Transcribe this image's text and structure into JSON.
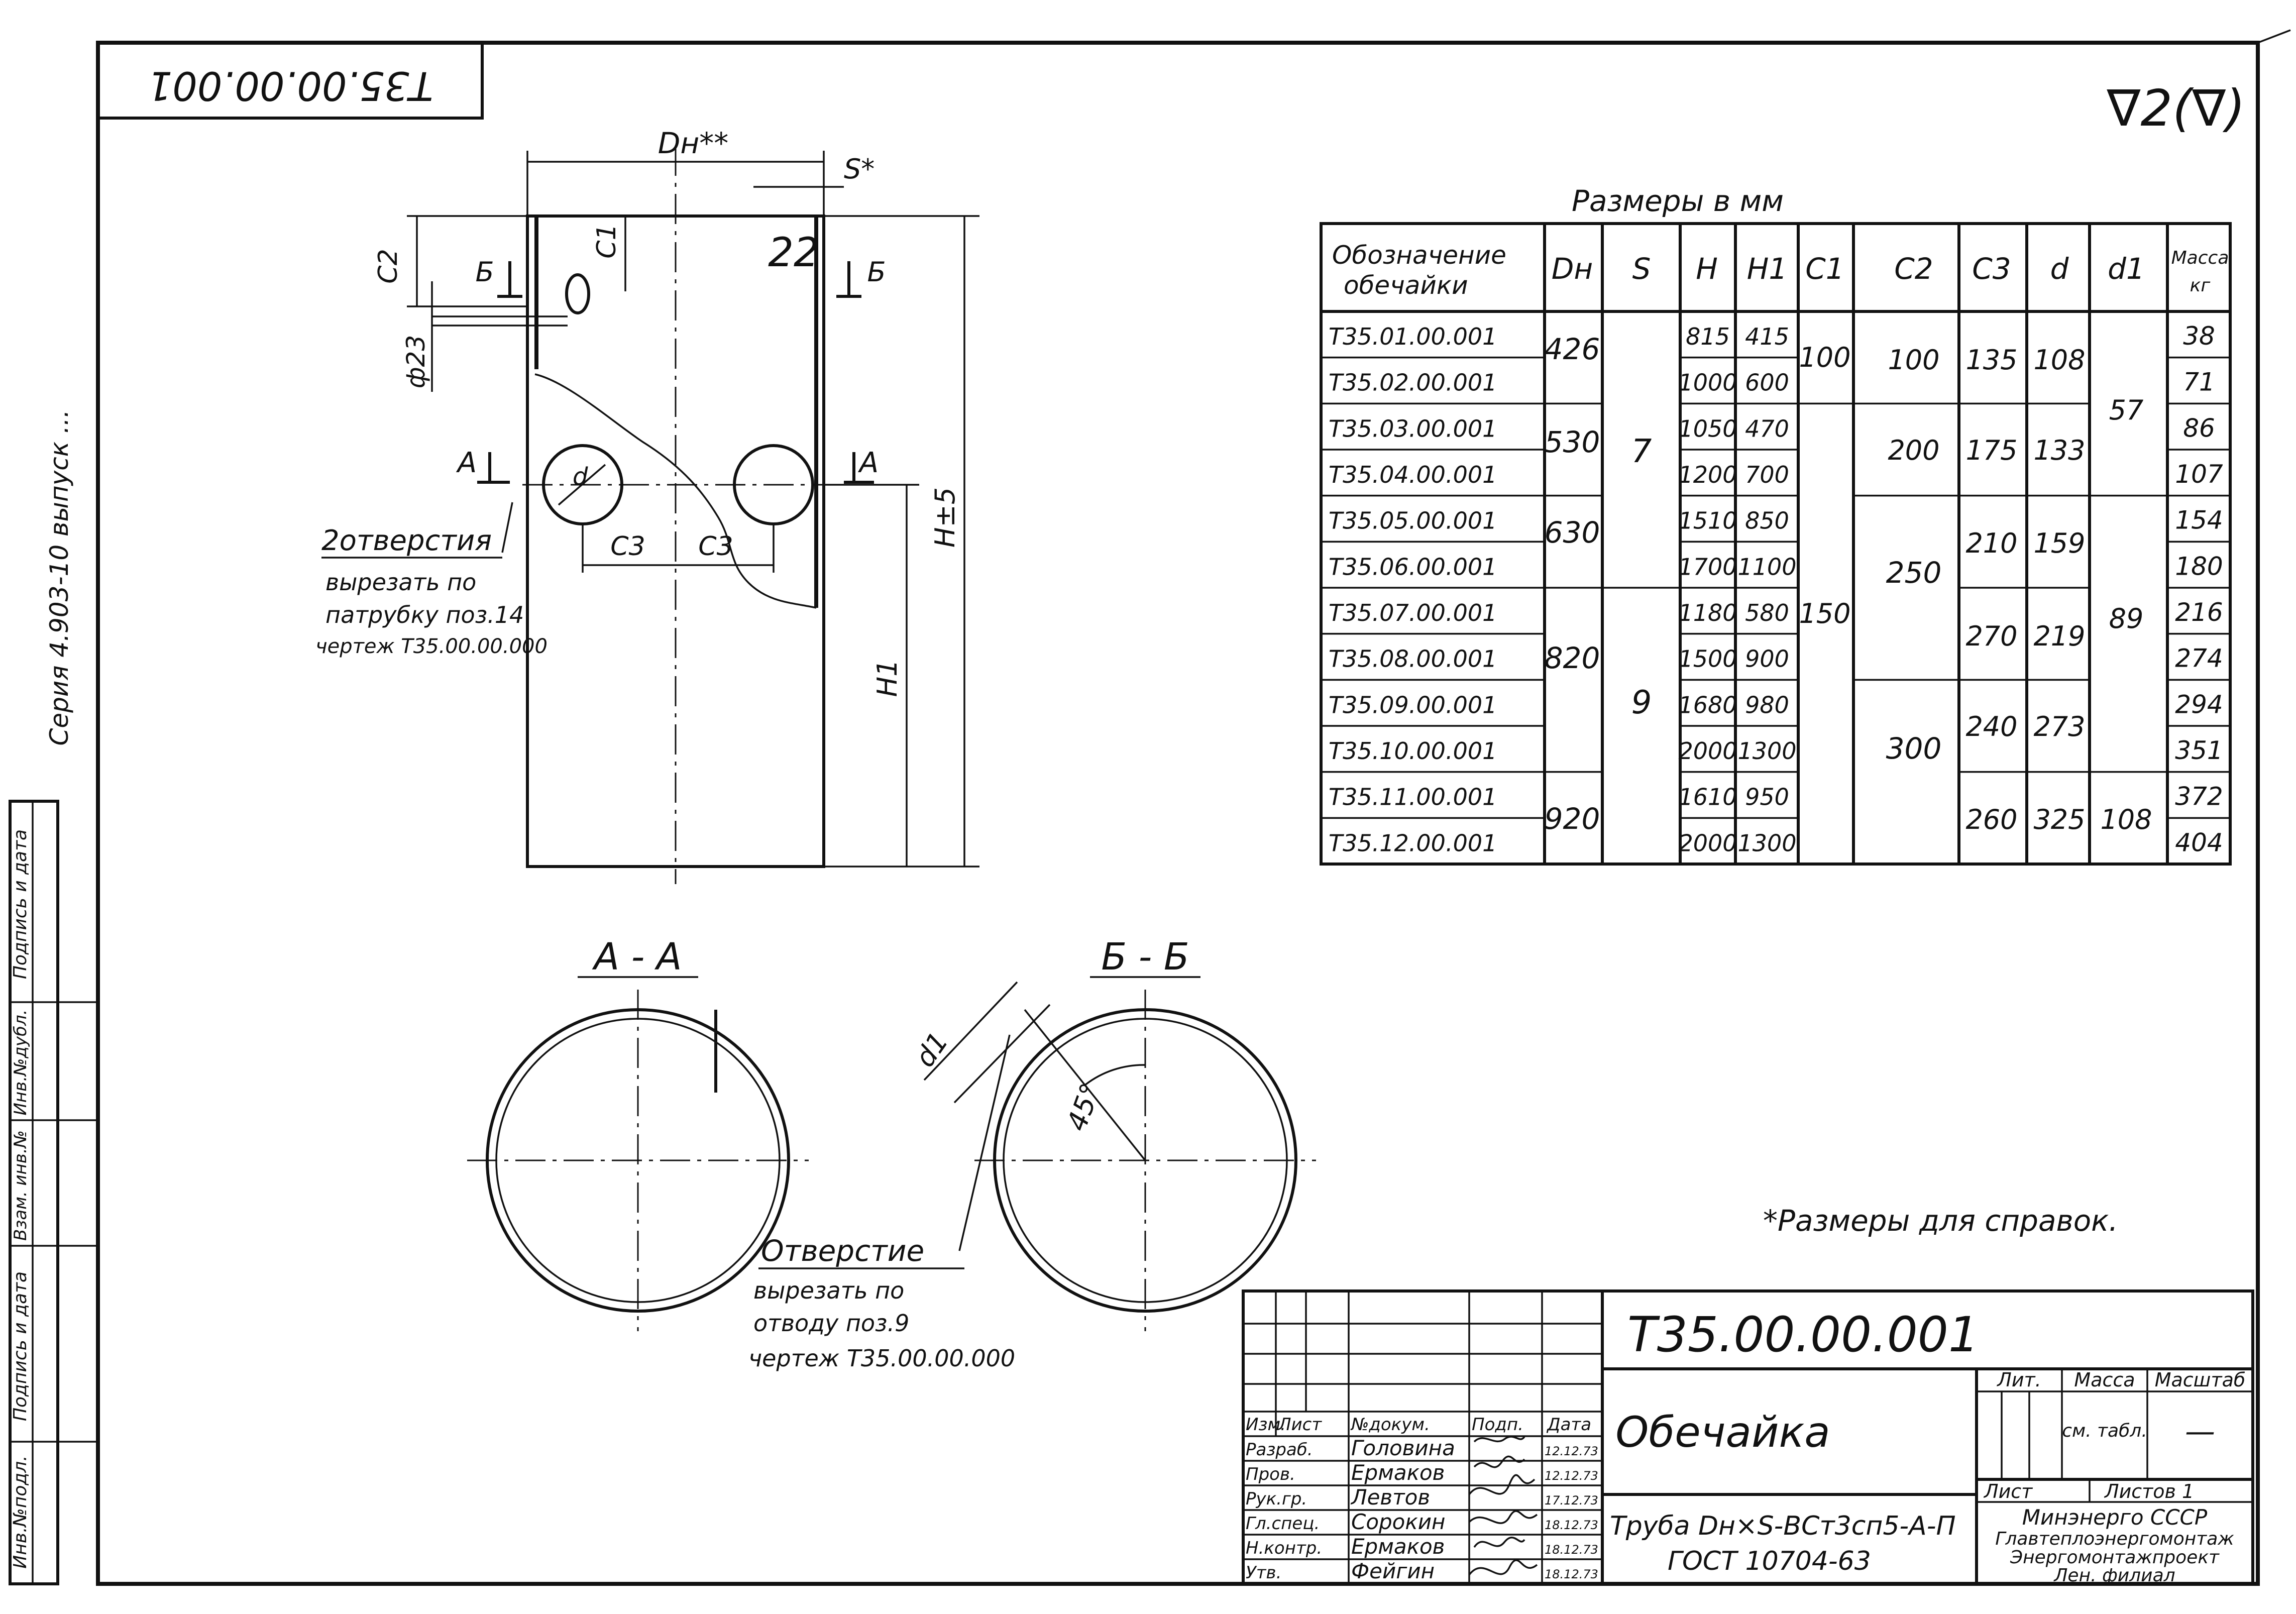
{
  "stamp_rotated": "Т35.00.00.001",
  "surface_mark": "∇2(∇)",
  "top_view": {
    "dim_dn": "Dн**",
    "dim_s": "S*",
    "dim_c1": "C1",
    "dim_c2": "C2",
    "dim_c3a": "C3",
    "dim_c3b": "C3",
    "dim_d": "d",
    "dim_phi23": "ф23",
    "dim_h1": "H1",
    "dim_h": "H±5",
    "mark_a_left": "А",
    "mark_a_right": "А",
    "mark_b_left": "Б",
    "mark_b_right": "Б",
    "weld_mark": "22",
    "note_title": "2отверстия",
    "note_lines": [
      "вырезать по",
      "патрубку поз.14",
      "чертеж Т35.00.00.000"
    ]
  },
  "section_aa": {
    "title": "А - А"
  },
  "section_bb": {
    "title": "Б - Б",
    "dim_d1": "d1",
    "angle": "45°",
    "note_title": "Отверстие",
    "note_lines": [
      "вырезать по",
      "отводу поз.9",
      "чертеж Т35.00.00.000"
    ]
  },
  "table": {
    "caption": "Размеры в мм",
    "headers": {
      "designation": [
        "Обозначение",
        "обечайки"
      ],
      "dn": "Dн",
      "s": "S",
      "h": "H",
      "h1": "H1",
      "c1": "C1",
      "c2": "C2",
      "c3": "C3",
      "d": "d",
      "d1": "d1",
      "mass": [
        "Масса",
        "кг"
      ]
    },
    "designations": [
      "Т35.01.00.001",
      "Т35.02.00.001",
      "Т35.03.00.001",
      "Т35.04.00.001",
      "Т35.05.00.001",
      "Т35.06.00.001",
      "Т35.07.00.001",
      "Т35.08.00.001",
      "Т35.09.00.001",
      "Т35.10.00.001",
      "Т35.11.00.001",
      "Т35.12.00.001"
    ],
    "h": [
      "815",
      "1000",
      "1050",
      "1200",
      "1510",
      "1700",
      "1180",
      "1500",
      "1680",
      "2000",
      "1610",
      "2000"
    ],
    "h1": [
      "415",
      "600",
      "470",
      "700",
      "850",
      "1100",
      "580",
      "900",
      "980",
      "1300",
      "950",
      "1300"
    ],
    "mass": [
      "38",
      "71",
      "86",
      "107",
      "154",
      "180",
      "216",
      "274",
      "294",
      "351",
      "372",
      "404"
    ],
    "dn_groups": [
      "426",
      "530",
      "630",
      "820",
      "920"
    ],
    "s_groups": [
      "7",
      "9"
    ],
    "c1_groups": [
      "100",
      "150"
    ],
    "c2_groups": [
      "100",
      "200",
      "250",
      "300"
    ],
    "c3_groups": [
      "135",
      "175",
      "210",
      "270",
      "240",
      "260"
    ],
    "d_groups": [
      "108",
      "133",
      "159",
      "219",
      "273",
      "325"
    ],
    "d1_groups": [
      "57",
      "89",
      "108"
    ]
  },
  "footnote": "*Размеры для справок.",
  "left_strip": {
    "rotated_series": "Серия 4.903-10 выпуск ...",
    "fields": [
      "Инв.№подл.",
      "Подпись и дата",
      "Взам. инв.№",
      "Инв.№дубл.",
      "Подпись и дата"
    ]
  },
  "title_block": {
    "doc_number": "Т35.00.00.001",
    "name": "Обечайка",
    "material_line1": "Труба Dн×S-ВСт3сп5-А-П",
    "material_line2": "ГОСТ 10704-63",
    "col_headers": [
      "Изм.",
      "Лист",
      "№докум.",
      "Подп.",
      "Дата"
    ],
    "roles": [
      "Разраб.",
      "Пров.",
      "Рук.гр.",
      "Гл.спец.",
      "Н.контр.",
      "Утв."
    ],
    "people": [
      "Головина",
      "Ермаков",
      "Левтов",
      "Сорокин",
      "Ермаков",
      "Фейгин"
    ],
    "dates": [
      "12.12.73",
      "12.12.73",
      "17.12.73",
      "18.12.73",
      "18.12.73",
      "18.12.73"
    ],
    "lit_label": "Лит.",
    "mass_label": "Масса",
    "mass_value": "см. табл.",
    "scale_label": "Масштаб",
    "scale_value": "—",
    "sheet_label": "Лист",
    "sheets_label": "Листов 1",
    "org_lines": [
      "Минэнерго СССР",
      "Главтеплоэнергомонтаж",
      "Энергомонтажпроект",
      "Лен. филиал"
    ]
  }
}
